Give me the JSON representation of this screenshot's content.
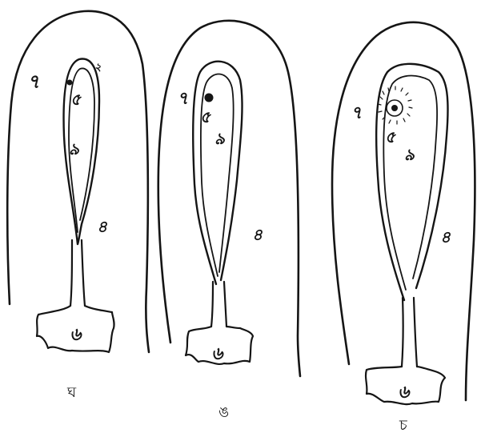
{
  "panels": [
    {
      "caption": "ঘ",
      "labels": {
        "outer": "৭",
        "tip": "২",
        "cell": "৫",
        "canal": "৯",
        "body": "৪",
        "base": "৬"
      }
    },
    {
      "caption": "ঙ",
      "labels": {
        "outer": "৭",
        "cell": "৫",
        "canal": "৯",
        "body": "৪",
        "base": "৬"
      }
    },
    {
      "caption": "চ",
      "labels": {
        "outer": "৭",
        "cell": "৫",
        "canal": "৯",
        "body": "৪",
        "base": "৬"
      }
    }
  ]
}
